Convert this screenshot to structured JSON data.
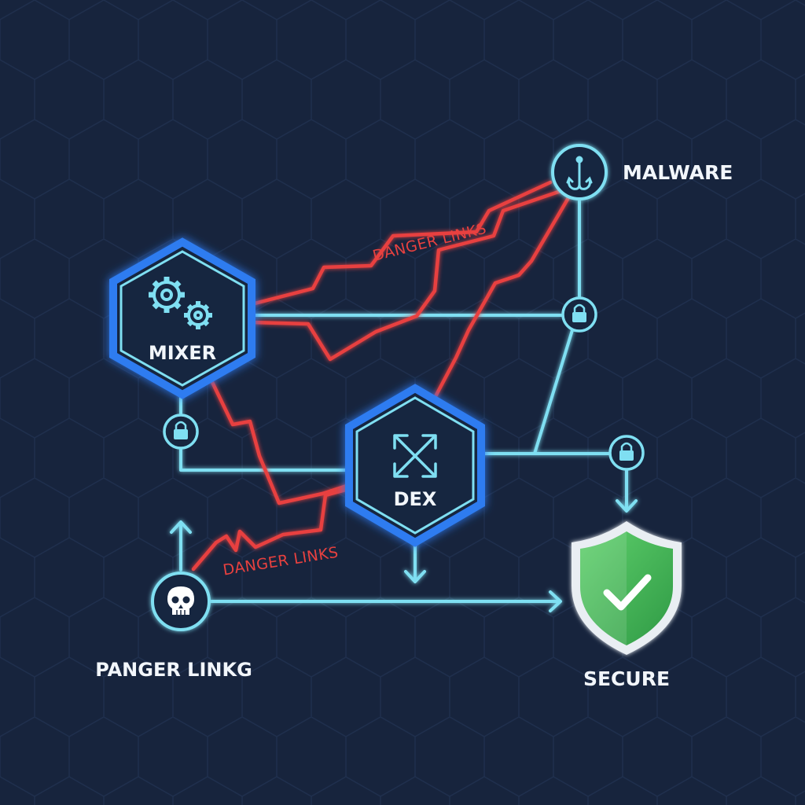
{
  "nodes": {
    "mixer": {
      "label": "MIXER"
    },
    "dex": {
      "label": "DEX"
    },
    "malware": {
      "label": "MALWARE"
    },
    "danger_source": {
      "label": "PANGER LINKG"
    },
    "secure": {
      "label": "SECURE"
    }
  },
  "annotations": {
    "danger_links_top": "DANGER LINKS",
    "danger_links_bottom": "DANGER LINKS"
  },
  "colors": {
    "background": "#17243d",
    "secure_link": "#7fdff2",
    "danger_link": "#e8413f",
    "hub_border": "#2f7bf0",
    "shield": "#4cbc5a"
  },
  "icons": {
    "mixer": "gears-icon",
    "dex": "swap-arrows-icon",
    "malware": "hook-icon",
    "danger_source": "skull-icon",
    "secure": "shield-check-icon",
    "link_lock": "lock-icon"
  }
}
